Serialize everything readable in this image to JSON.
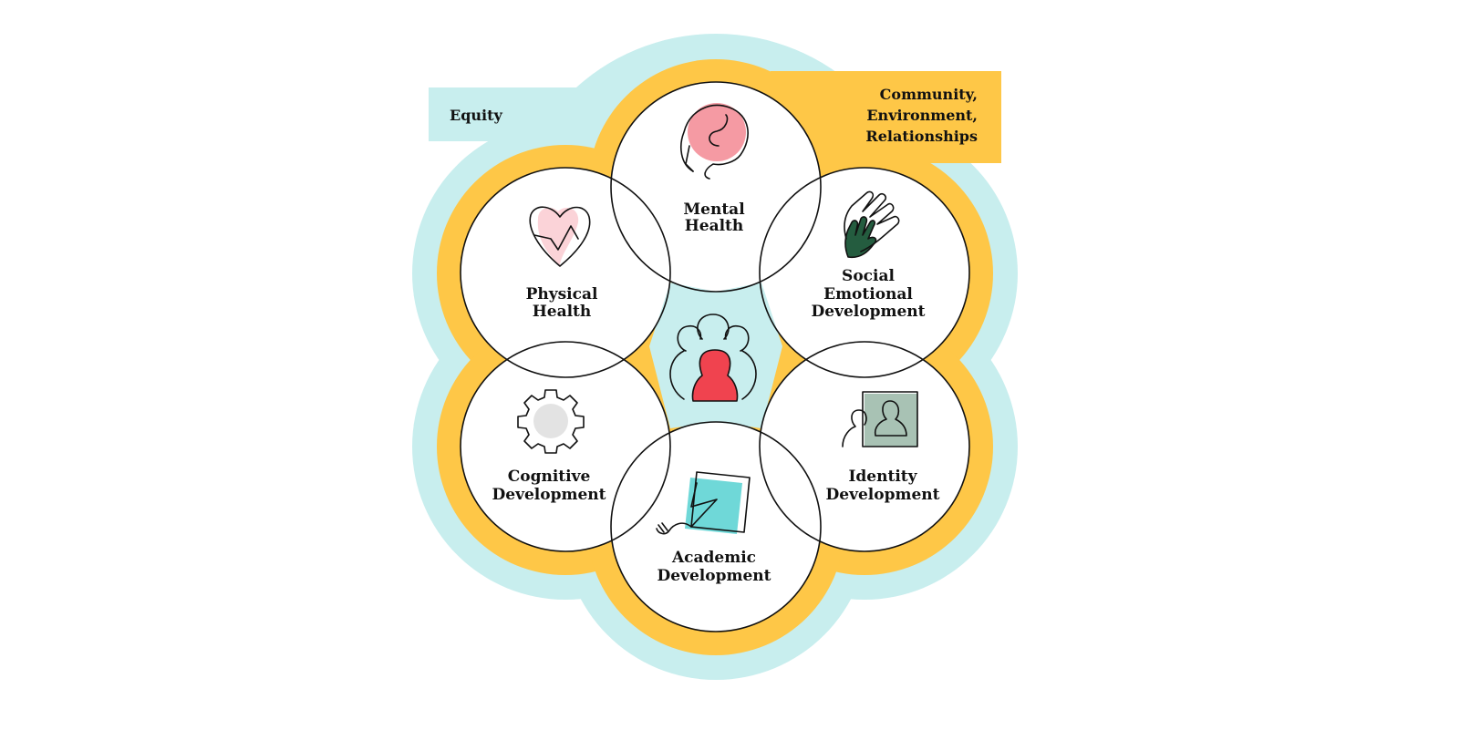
{
  "colors": {
    "outer_band": "#c8eeee",
    "inner_band": "#fec747",
    "center_fill": "#c8eeee",
    "mental_accent": "#f59aa3",
    "physical_accent": "#fbd3d8",
    "social_accent": "#245c3f",
    "identity_accent": "#a8c2b4",
    "cognitive_accent": "#e3e3e3",
    "academic_accent": "#6fd8d8",
    "person_accent": "#f0434f"
  },
  "outer_tag": {
    "label": "Equity"
  },
  "inner_tag": {
    "lines": [
      "Community,",
      "Environment,",
      "Relationships"
    ]
  },
  "domains": [
    {
      "id": "mental",
      "lines": [
        "Mental",
        "Health"
      ],
      "icon": "head-icon"
    },
    {
      "id": "social",
      "lines": [
        "Social",
        "Emotional",
        "Development"
      ],
      "icon": "hands-icon"
    },
    {
      "id": "identity",
      "lines": [
        "Identity",
        "Development"
      ],
      "icon": "portrait-icon"
    },
    {
      "id": "academic",
      "lines": [
        "Academic",
        "Development"
      ],
      "icon": "paper-pen-icon"
    },
    {
      "id": "cognitive",
      "lines": [
        "Cognitive",
        "Development"
      ],
      "icon": "gear-icon"
    },
    {
      "id": "physical",
      "lines": [
        "Physical",
        "Health"
      ],
      "icon": "heart-icon"
    }
  ],
  "center": {
    "icon": "people-group-icon"
  }
}
